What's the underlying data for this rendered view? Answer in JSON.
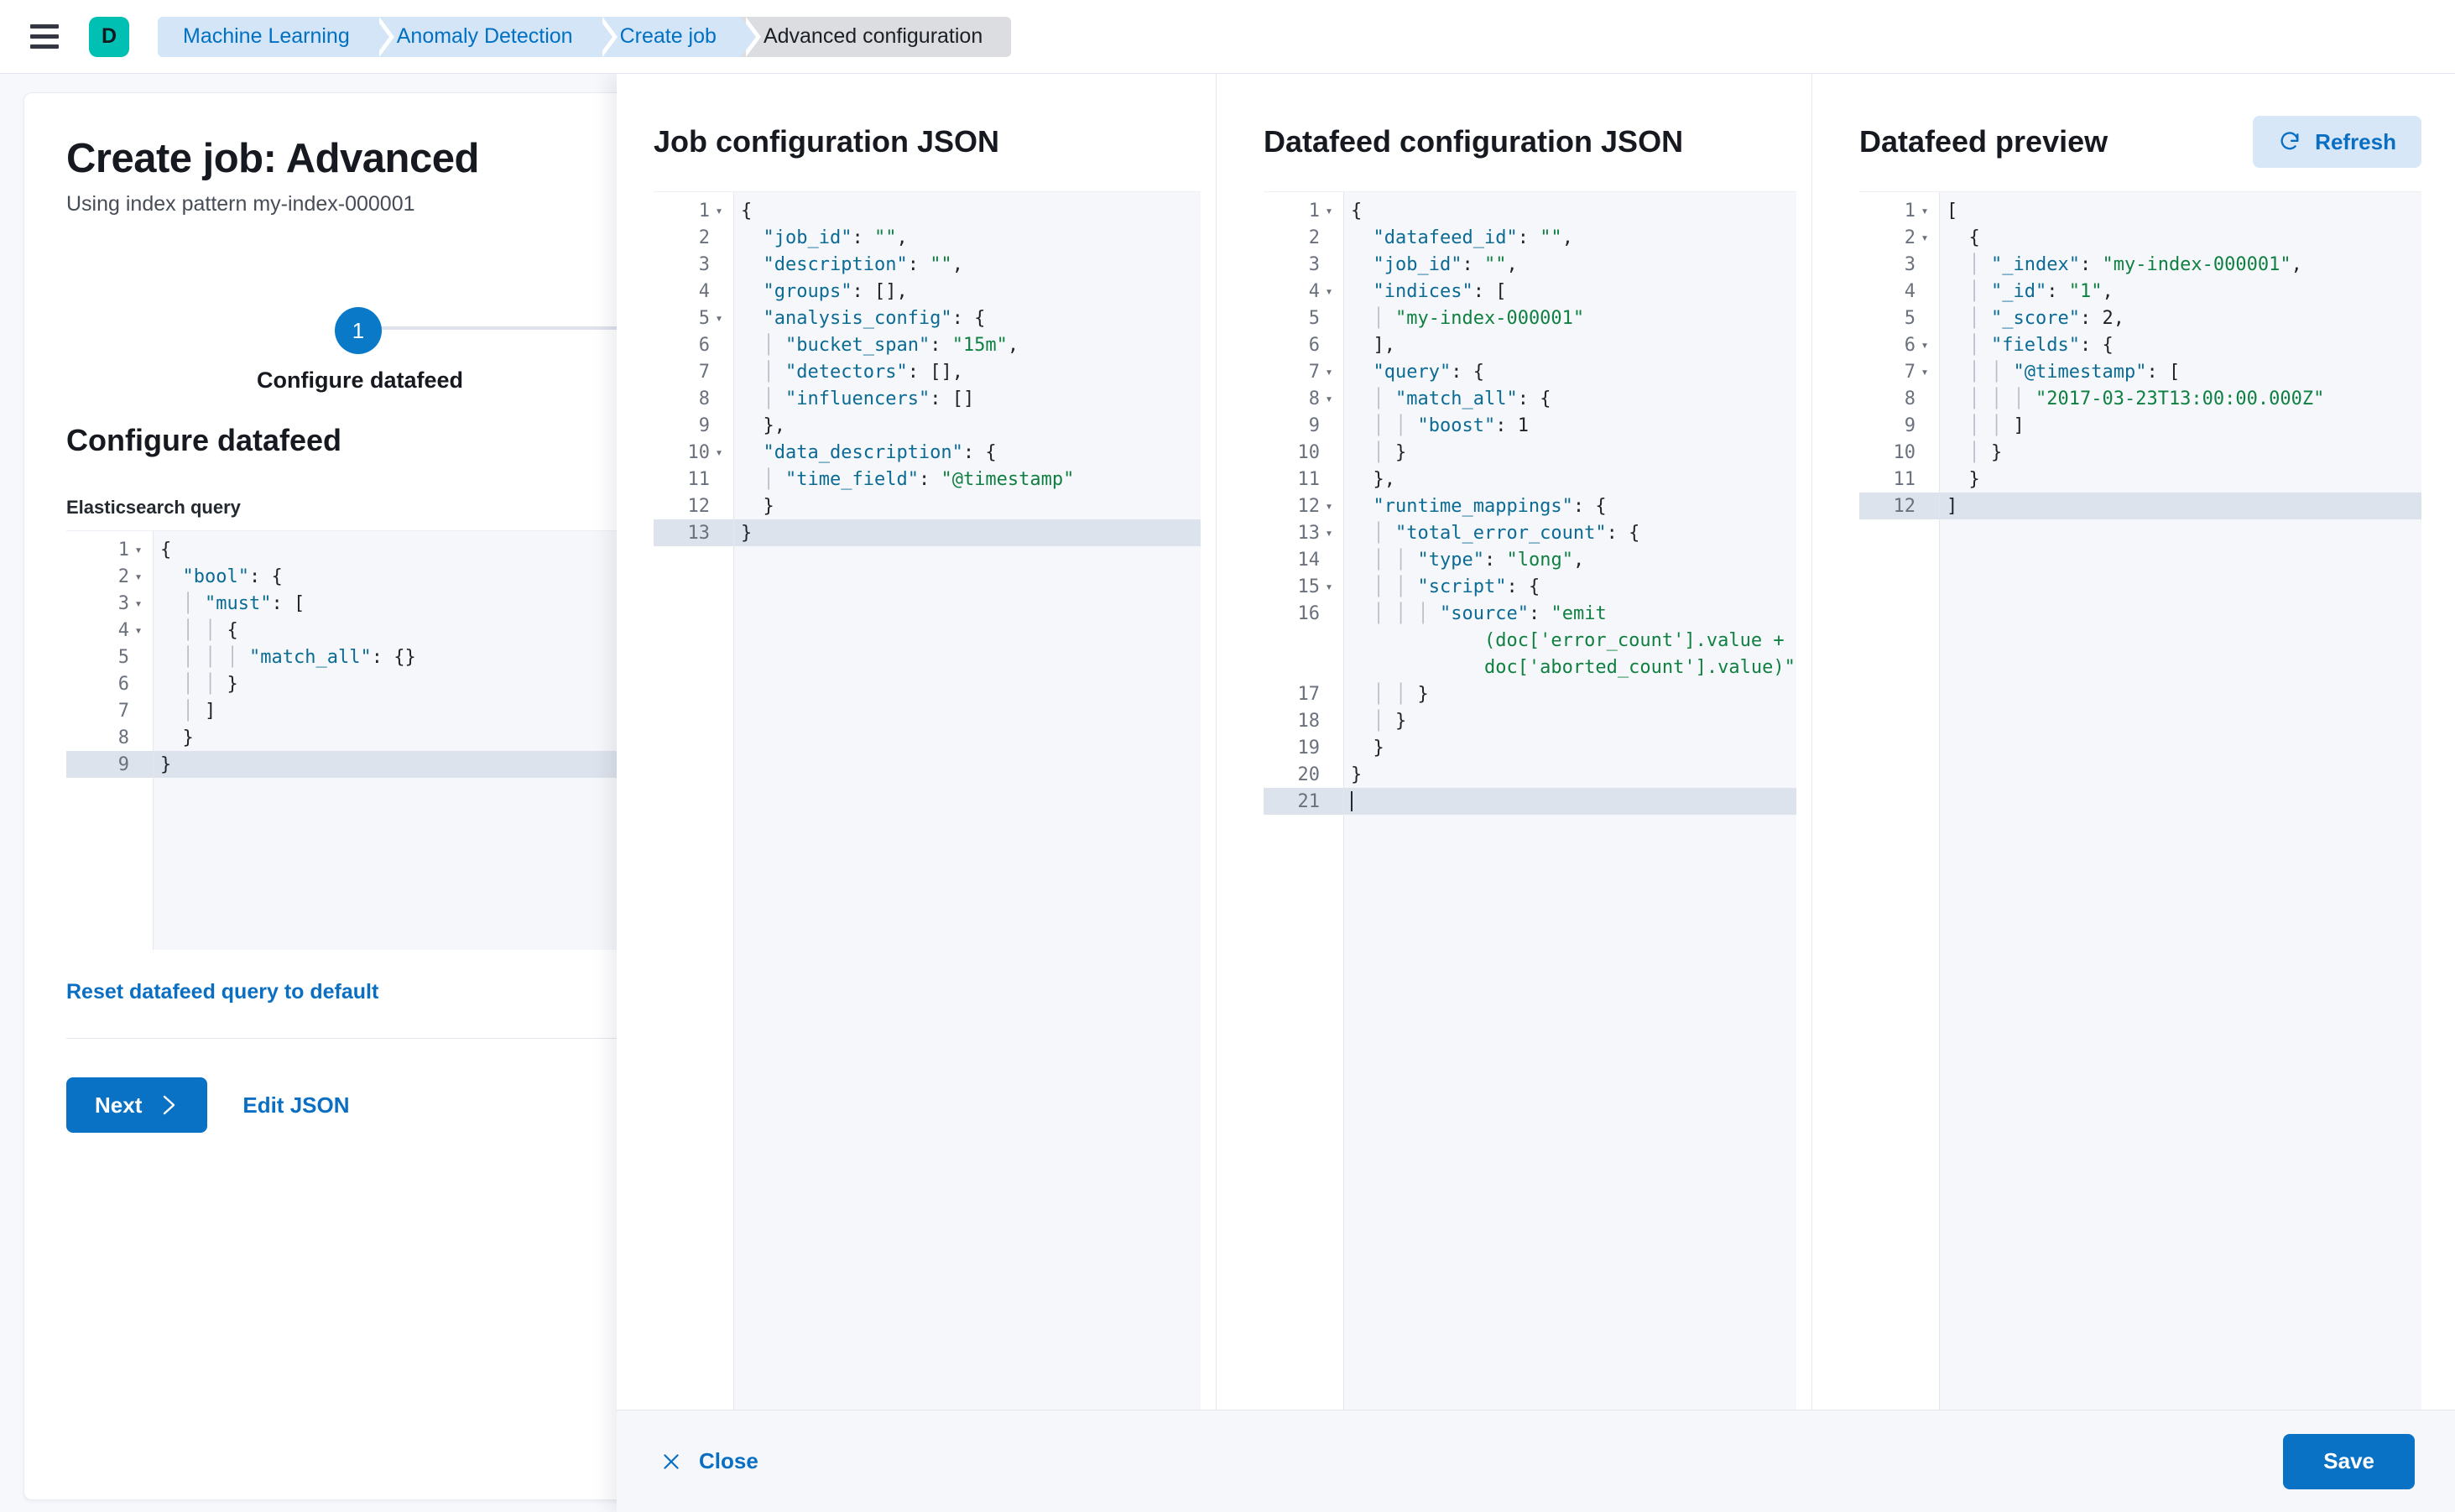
{
  "chrome": {
    "menu_icon": "hamburger-menu-icon",
    "space_avatar": "D",
    "breadcrumbs": [
      {
        "label": "Machine Learning",
        "current": false
      },
      {
        "label": "Anomaly Detection",
        "current": false
      },
      {
        "label": "Create job",
        "current": false
      },
      {
        "label": "Advanced configuration",
        "current": true
      }
    ]
  },
  "page": {
    "title": "Create job: Advanced",
    "subtitle": "Using index pattern my-index-000001",
    "step_number": "1",
    "step_label": "Configure datafeed",
    "section_title": "Configure datafeed",
    "query_field_label": "Elasticsearch query",
    "reset_link": "Reset datafeed query to default",
    "next_button": "Next",
    "next_icon": "chevron-right-icon",
    "edit_json_button": "Edit JSON"
  },
  "query_editor": {
    "lines": [
      {
        "num": "1",
        "fold": true,
        "text": "{"
      },
      {
        "num": "2",
        "fold": true,
        "text": "  \"bool\": {"
      },
      {
        "num": "3",
        "fold": true,
        "text": "    \"must\": ["
      },
      {
        "num": "4",
        "fold": true,
        "text": "      {"
      },
      {
        "num": "5",
        "fold": false,
        "text": "        \"match_all\": {}"
      },
      {
        "num": "6",
        "fold": false,
        "text": "      }"
      },
      {
        "num": "7",
        "fold": false,
        "text": "    ]"
      },
      {
        "num": "8",
        "fold": false,
        "text": "  }"
      },
      {
        "num": "9",
        "fold": false,
        "text": "}",
        "active": true
      }
    ]
  },
  "job_config": {
    "title": "Job configuration JSON",
    "lines": [
      {
        "num": "1",
        "fold": true,
        "text": "{"
      },
      {
        "num": "2",
        "fold": false,
        "text": "  \"job_id\": \"\","
      },
      {
        "num": "3",
        "fold": false,
        "text": "  \"description\": \"\","
      },
      {
        "num": "4",
        "fold": false,
        "text": "  \"groups\": [],"
      },
      {
        "num": "5",
        "fold": true,
        "text": "  \"analysis_config\": {"
      },
      {
        "num": "6",
        "fold": false,
        "text": "    \"bucket_span\": \"15m\","
      },
      {
        "num": "7",
        "fold": false,
        "text": "    \"detectors\": [],"
      },
      {
        "num": "8",
        "fold": false,
        "text": "    \"influencers\": []"
      },
      {
        "num": "9",
        "fold": false,
        "text": "  },"
      },
      {
        "num": "10",
        "fold": true,
        "text": "  \"data_description\": {"
      },
      {
        "num": "11",
        "fold": false,
        "text": "    \"time_field\": \"@timestamp\""
      },
      {
        "num": "12",
        "fold": false,
        "text": "  }"
      },
      {
        "num": "13",
        "fold": false,
        "text": "}",
        "active": true
      }
    ]
  },
  "datafeed_config": {
    "title": "Datafeed configuration JSON",
    "lines": [
      {
        "num": "1",
        "fold": true,
        "text": "{"
      },
      {
        "num": "2",
        "fold": false,
        "text": "  \"datafeed_id\": \"\","
      },
      {
        "num": "3",
        "fold": false,
        "text": "  \"job_id\": \"\","
      },
      {
        "num": "4",
        "fold": true,
        "text": "  \"indices\": ["
      },
      {
        "num": "5",
        "fold": false,
        "text": "    \"my-index-000001\""
      },
      {
        "num": "6",
        "fold": false,
        "text": "  ],"
      },
      {
        "num": "7",
        "fold": true,
        "text": "  \"query\": {"
      },
      {
        "num": "8",
        "fold": true,
        "text": "    \"match_all\": {"
      },
      {
        "num": "9",
        "fold": false,
        "text": "      \"boost\": 1"
      },
      {
        "num": "10",
        "fold": false,
        "text": "    }"
      },
      {
        "num": "11",
        "fold": false,
        "text": "  },"
      },
      {
        "num": "12",
        "fold": true,
        "text": "  \"runtime_mappings\": {"
      },
      {
        "num": "13",
        "fold": true,
        "text": "    \"total_error_count\": {"
      },
      {
        "num": "14",
        "fold": false,
        "text": "      \"type\": \"long\","
      },
      {
        "num": "15",
        "fold": true,
        "text": "      \"script\": {"
      },
      {
        "num": "16",
        "fold": false,
        "text": "        \"source\": \"emit(doc['error_count'].value + doc['aborted_count'].value)\"",
        "wrapped": 3
      },
      {
        "num": "17",
        "fold": false,
        "text": "      }"
      },
      {
        "num": "18",
        "fold": false,
        "text": "    }"
      },
      {
        "num": "19",
        "fold": false,
        "text": "  }"
      },
      {
        "num": "20",
        "fold": false,
        "text": "}"
      },
      {
        "num": "21",
        "fold": false,
        "text": "",
        "active": true,
        "caret": true
      }
    ]
  },
  "datafeed_preview": {
    "title": "Datafeed preview",
    "refresh_label": "Refresh",
    "refresh_icon": "refresh-icon",
    "lines": [
      {
        "num": "1",
        "fold": true,
        "text": "["
      },
      {
        "num": "2",
        "fold": true,
        "text": "  {"
      },
      {
        "num": "3",
        "fold": false,
        "text": "    \"_index\": \"my-index-000001\","
      },
      {
        "num": "4",
        "fold": false,
        "text": "    \"_id\": \"1\","
      },
      {
        "num": "5",
        "fold": false,
        "text": "    \"_score\": 2,"
      },
      {
        "num": "6",
        "fold": true,
        "text": "    \"fields\": {"
      },
      {
        "num": "7",
        "fold": true,
        "text": "      \"@timestamp\": ["
      },
      {
        "num": "8",
        "fold": false,
        "text": "        \"2017-03-23T13:00:00.000Z\""
      },
      {
        "num": "9",
        "fold": false,
        "text": "      ]"
      },
      {
        "num": "10",
        "fold": false,
        "text": "    }"
      },
      {
        "num": "11",
        "fold": false,
        "text": "  }"
      },
      {
        "num": "12",
        "fold": false,
        "text": "]",
        "active": true
      }
    ]
  },
  "flyout_footer": {
    "close_label": "Close",
    "close_icon": "close-x-icon",
    "save_label": "Save"
  },
  "colors": {
    "accent_blue": "#0a72c4",
    "link_blue": "#0a6fc2",
    "space_teal": "#00bfb3",
    "string_green": "#108042",
    "key_blue": "#0b6b93",
    "active_line": "#dde3ec"
  }
}
